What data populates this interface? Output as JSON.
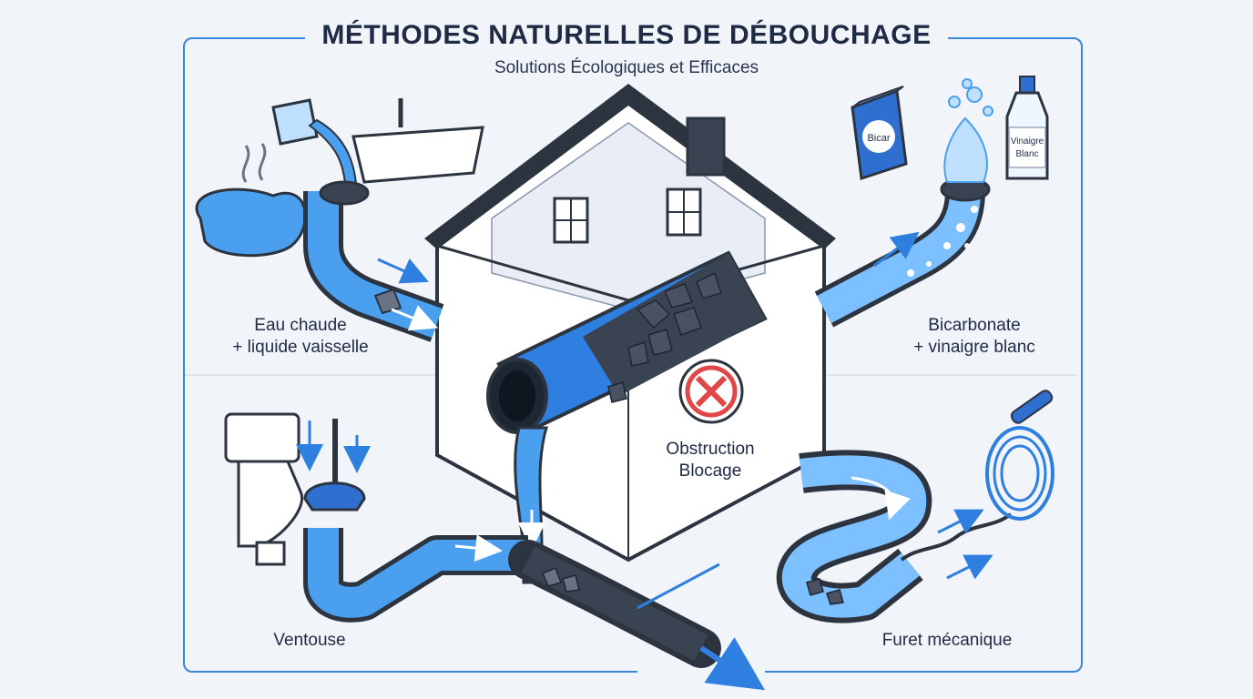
{
  "header": {
    "title": "MÉTHODES NATURELLES DE DÉBOUCHAGE",
    "subtitle": "Solutions Écologiques et Efficaces"
  },
  "methods": {
    "hot_water": {
      "line1": "Eau chaude",
      "line2": "+ liquide vaisselle"
    },
    "baking_soda": {
      "line1": "Bicarbonate",
      "line2": "+ vinaigre blanc"
    },
    "plunger": {
      "label": "Ventouse"
    },
    "snake": {
      "label": "Furet mécanique"
    }
  },
  "center": {
    "line1": "Obstruction",
    "line2": "Blocage"
  },
  "products": {
    "bicar_box": "Bicar",
    "vinegar_line1": "Vinaigre",
    "vinegar_line2": "Blanc"
  },
  "colors": {
    "accent": "#3a86d8",
    "pipe": "#2c3440",
    "water": "#4aa0ef",
    "alert": "#e04848"
  }
}
